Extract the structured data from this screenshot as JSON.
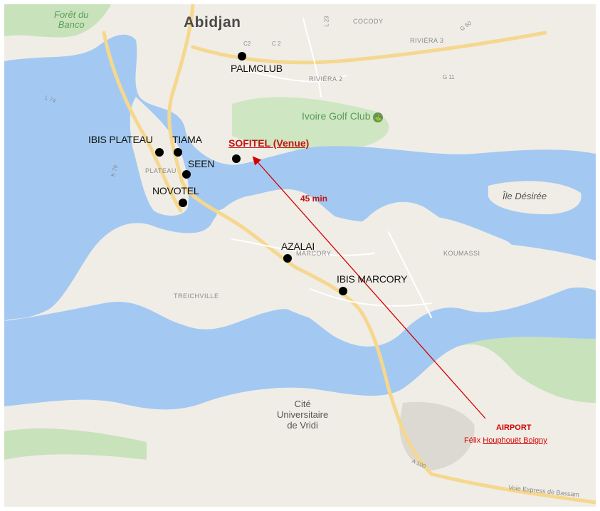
{
  "basemap_labels": {
    "city": "Abidjan",
    "forest": "Forêt du\nBanco",
    "cocody": "COCODY",
    "riviera_3": "RIVIÉRA 3",
    "riviera_2": "RIVIÉRA 2",
    "plateau": "PLATEAU",
    "marcory": "MARCORY",
    "koumassi": "KOUMASSI",
    "treichville": "TREICHVILLE",
    "ile_desiree": "Île Désirée",
    "golf_club": "Ivoire Golf Club",
    "cite_universitaire": "Cité\nUniversitaire\nde Vridi",
    "road_c2a": "C2",
    "road_c2b": "C 2",
    "road_l23": "L 23",
    "road_l74": "L 74",
    "road_k76": "K 76",
    "road_g50": "G 50",
    "road_g11": "G 11",
    "road_a100": "A 100",
    "voie_express": "Voie Express de Bassam"
  },
  "hotels": [
    {
      "name": "PALMCLUB"
    },
    {
      "name": "IBIS PLATEAU"
    },
    {
      "name": "TIAMA"
    },
    {
      "name": "SEEN"
    },
    {
      "name": "NOVOTEL"
    },
    {
      "name": "AZALAI"
    },
    {
      "name": "IBIS MARCORY"
    }
  ],
  "venue": {
    "label": "SOFITEL (Venue)"
  },
  "route": {
    "travel_time": "45 min"
  },
  "airport": {
    "label": "AIRPORT",
    "name_prefix": "Félix ",
    "name_link": "Houphouët Boigny"
  },
  "colors": {
    "water": "#a3c9f2",
    "land": "#f0ede6",
    "park": "#c8e2bb",
    "road": "#f5d78e",
    "marker": "#000000",
    "route": "#d40000"
  }
}
